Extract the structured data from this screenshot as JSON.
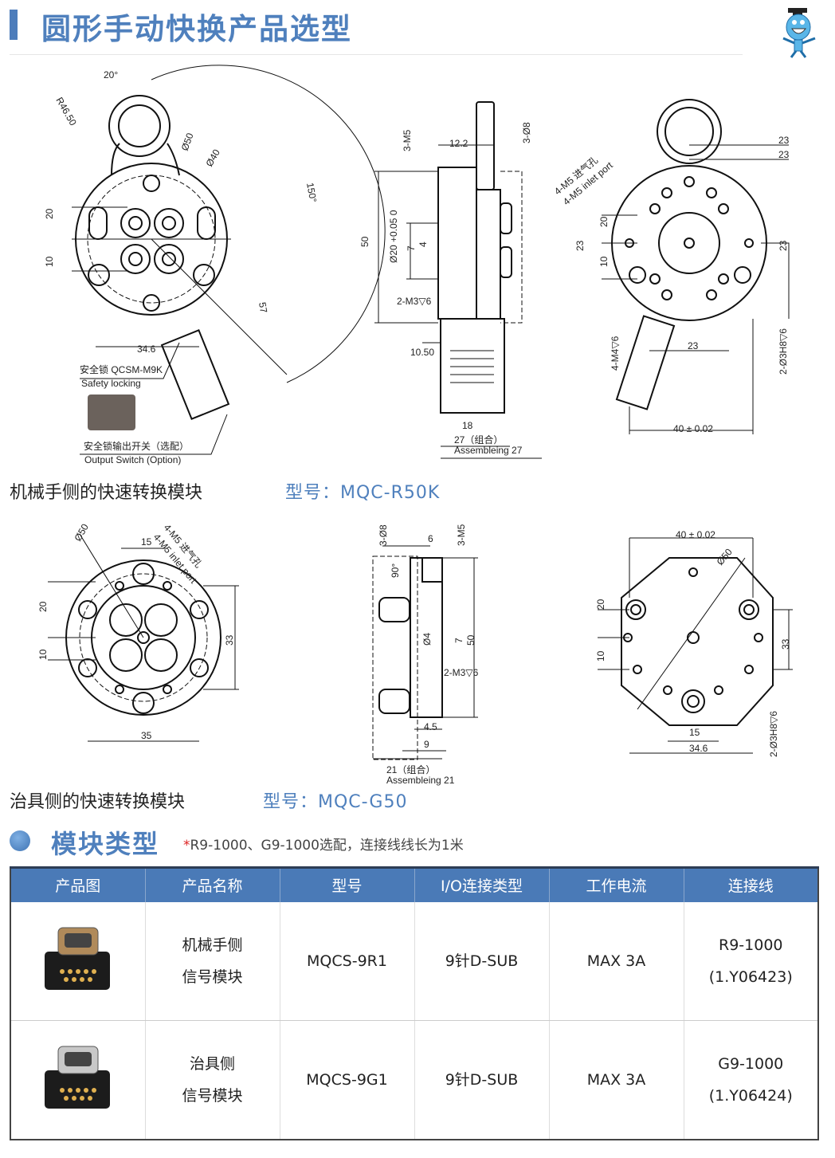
{
  "header": {
    "title": "圆形手动快换产品选型",
    "mascot_icon": "graduate-mascot-icon",
    "accent": "#4f80bd"
  },
  "drawings": [
    {
      "name": "robot-side-front-view",
      "labels": [
        "20°",
        "R46.50",
        "Ø50",
        "Ø40",
        "150°",
        "20",
        "10",
        "57",
        "34.6",
        "安全锁 QCSM-M9K",
        "Safety locking",
        "安全锁输出开关（选配）",
        "Output Switch (Option)"
      ]
    },
    {
      "name": "robot-side-section-view",
      "labels": [
        "3-M5",
        "12.2",
        "3-Ø8",
        "50",
        "Ø20 +0.05 0",
        "7",
        "4",
        "2-M3▽6",
        "10.50",
        "18",
        "27（组合）",
        "Assembleing 27"
      ]
    },
    {
      "name": "robot-side-back-view",
      "labels": [
        "4-M5 进气孔",
        "4-M5 inlet port",
        "23",
        "23",
        "20",
        "23",
        "10",
        "23",
        "4-M4▽6",
        "23",
        "2-Ø3H8▽6",
        "40 ± 0.02"
      ]
    },
    {
      "name": "tool-side-front-view",
      "labels": [
        "Ø50",
        "15",
        "4-M5 进气孔",
        "4-M5 inlet port",
        "20",
        "10",
        "33",
        "35"
      ]
    },
    {
      "name": "tool-side-section-view",
      "labels": [
        "3-Ø8",
        "6",
        "3-M5",
        "90°",
        "Ø4",
        "7",
        "50",
        "2-M3▽6",
        "4.5",
        "9",
        "21（组合）",
        "Assembleing 21"
      ]
    },
    {
      "name": "tool-side-back-view",
      "labels": [
        "40 ± 0.02",
        "Ø50",
        "20",
        "10",
        "33",
        "15",
        "34.6",
        "2-Ø3H8▽6"
      ]
    }
  ],
  "robot_side": {
    "caption": "机械手侧的快速转换模块",
    "model": "型号：MQC-R50K"
  },
  "tool_side": {
    "caption": "治具侧的快速转换模块",
    "model": "型号：MQC-G50"
  },
  "module_section": {
    "title": "模块类型",
    "note_star": "*",
    "note": "R9-1000、G9-1000选配，连接线线长为1米"
  },
  "table": {
    "headers": [
      "产品图",
      "产品名称",
      "型号",
      "I/O连接类型",
      "工作电流",
      "连接线"
    ],
    "rows": [
      {
        "image": "d-sub-male-module-photo",
        "name_line1": "机械手侧",
        "name_line2": "信号模块",
        "model": "MQCS-9R1",
        "io": "9针D-SUB",
        "current": "MAX 3A",
        "cable_line1": "R9-1000",
        "cable_line2": "(1.Y06423)"
      },
      {
        "image": "d-sub-female-module-photo",
        "name_line1": "治具侧",
        "name_line2": "信号模块",
        "model": "MQCS-9G1",
        "io": "9针D-SUB",
        "current": "MAX 3A",
        "cable_line1": "G9-1000",
        "cable_line2": "(1.Y06424)"
      }
    ]
  }
}
